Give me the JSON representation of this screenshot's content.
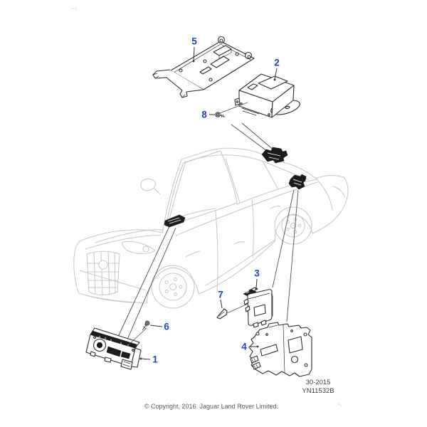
{
  "diagram": {
    "colors": {
      "accent": "#2042c8",
      "ink": "#2e2e2e",
      "car": "#c6c6c6",
      "leader": "#4d4d4d",
      "text": "#3c3c3c"
    },
    "callouts": [
      {
        "number": "1"
      },
      {
        "number": "2"
      },
      {
        "number": "3"
      },
      {
        "number": "4"
      },
      {
        "number": "5"
      },
      {
        "number": "6"
      },
      {
        "number": "7"
      },
      {
        "number": "8"
      }
    ],
    "footer": {
      "date_code": "30-2015",
      "drawing_number": "YN11532B",
      "copyright": "© Copyright, 2016. Jaguar Land Rover Limited."
    }
  }
}
